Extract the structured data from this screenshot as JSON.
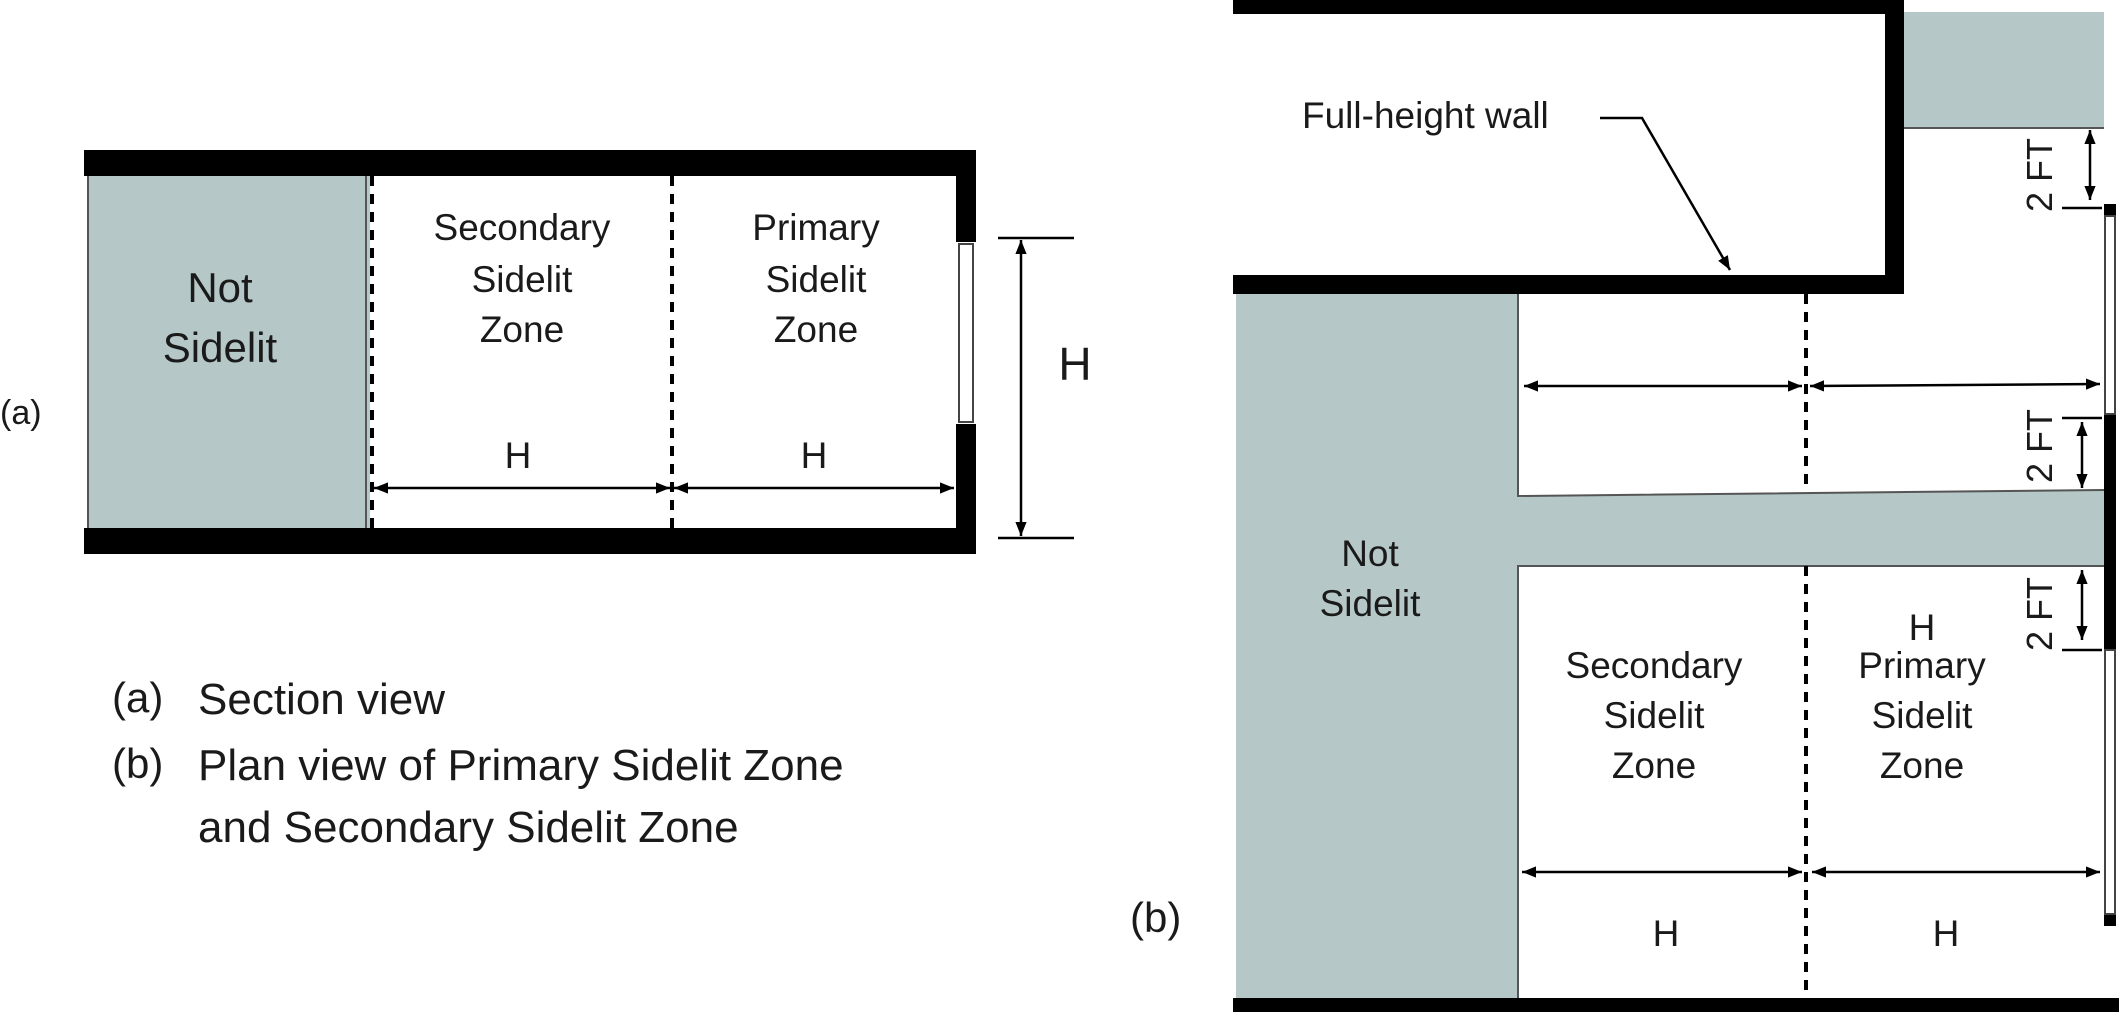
{
  "section_view": {
    "label": "(a)",
    "not_sidelit": [
      "Not",
      "Sidelit"
    ],
    "secondary_zone": [
      "Secondary",
      "Sidelit",
      "Zone"
    ],
    "primary_zone": [
      "Primary",
      "Sidelit",
      "Zone"
    ],
    "dim_secondary": "H",
    "dim_primary": "H",
    "dim_height": "H"
  },
  "legend": {
    "a_key": "(a)",
    "a_text": "Section view",
    "b_key": "(b)",
    "b_text_line1": "Plan view of Primary Sidelit Zone",
    "b_text_line2": "and Secondary Sidelit Zone"
  },
  "plan_view": {
    "label": "(b)",
    "wall_callout": "Full-height wall",
    "not_sidelit": [
      "Not",
      "Sidelit"
    ],
    "secondary_zone": [
      "Secondary",
      "Sidelit",
      "Zone"
    ],
    "primary_zone": [
      "Primary",
      "Sidelit",
      "Zone"
    ],
    "primary_top_h": "H",
    "dim_secondary": "H",
    "dim_primary": "H",
    "offset_top": "2 FT",
    "offset_middle": "2 FT",
    "offset_bottom": "2 FT"
  },
  "colors": {
    "zone_fill": "#b5c7c7",
    "wall": "#000000"
  }
}
